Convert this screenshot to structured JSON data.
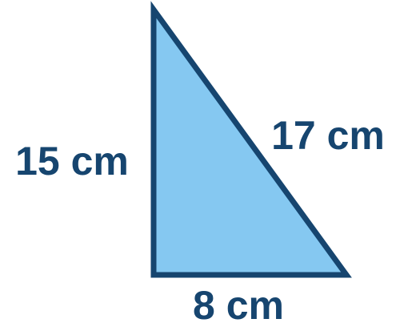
{
  "diagram": {
    "shape": "right-triangle",
    "colors": {
      "fill": "#85c8f1",
      "stroke": "#16456f",
      "text": "#16456f"
    },
    "labels": {
      "vertical_side": "15 cm",
      "hypotenuse": "17 cm",
      "base": "8 cm"
    }
  }
}
